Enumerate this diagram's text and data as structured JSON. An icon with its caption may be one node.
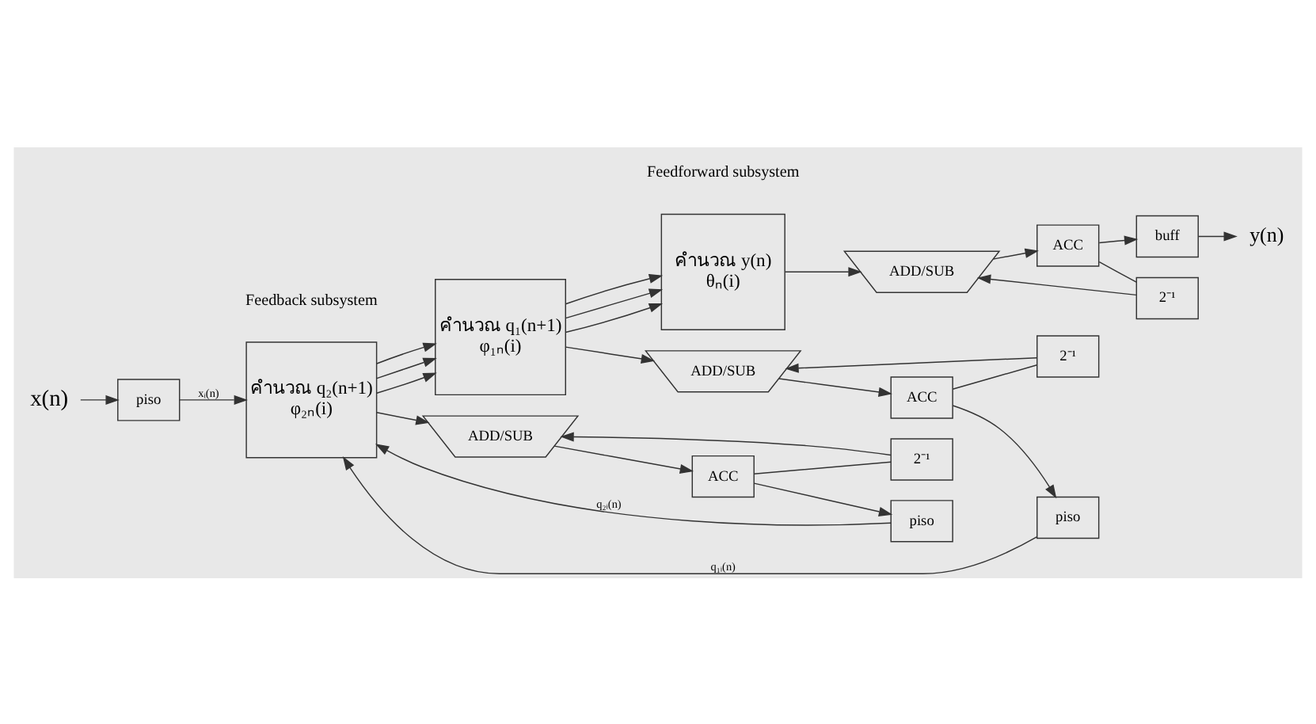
{
  "diagram": {
    "nodes": [
      {
        "text": [
          "x(n)"
        ]
      },
      {
        "text": [
          "piso"
        ]
      },
      {
        "text": [
          "คำนวณ q₂(n+1)",
          "φ₂ₙ(i)"
        ]
      },
      {
        "text": [
          "คำนวณ q₁(n+1)",
          "φ₁ₙ(i)"
        ]
      },
      {
        "text": [
          "คำนวณ y(n)",
          "θₙ(i)"
        ]
      },
      {
        "text": [
          "ADD/SUB"
        ]
      },
      {
        "text": [
          "2⁻¹"
        ]
      },
      {
        "text": [
          "ACC"
        ]
      },
      {
        "text": [
          "piso"
        ]
      },
      {
        "text": [
          "ADD/SUB"
        ]
      },
      {
        "text": [
          "2⁻¹"
        ]
      },
      {
        "text": [
          "ACC"
        ]
      },
      {
        "text": [
          "piso"
        ]
      },
      {
        "text": [
          "ADD/SUB"
        ]
      },
      {
        "text": [
          "2⁻¹"
        ]
      },
      {
        "text": [
          "ACC"
        ]
      },
      {
        "text": [
          "buff"
        ]
      },
      {
        "text": [
          "y(n)"
        ]
      }
    ],
    "edges": [
      {
        "from": 0,
        "to": 1,
        "arrow": "to"
      },
      {
        "from": 1,
        "to": 2,
        "arrow": "to",
        "label": "xᵢ(n)"
      },
      {
        "from": 12,
        "to": 2,
        "arrow": "to",
        "label": "q₁ᵢ(n)"
      },
      {
        "from": 8,
        "to": 2,
        "arrow": "to",
        "label": "q₂ᵢ(n)"
      },
      {
        "from": 2,
        "to": 3,
        "arrow": "to"
      },
      {
        "from": 2,
        "to": 3,
        "arrow": "to"
      },
      {
        "from": 2,
        "to": 3,
        "arrow": "to"
      },
      {
        "from": 3,
        "to": 4,
        "arrow": "to"
      },
      {
        "from": 3,
        "to": 4,
        "arrow": "to"
      },
      {
        "from": 3,
        "to": 4,
        "arrow": "to"
      },
      {
        "from": 2,
        "to": 5,
        "arrow": "to"
      },
      {
        "from": 5,
        "to": 7,
        "arrow": "to"
      },
      {
        "from": 7,
        "to": 6,
        "arrow": "none"
      },
      {
        "from": 6,
        "to": 5,
        "arrow": "to"
      },
      {
        "from": 7,
        "to": 8,
        "arrow": "to"
      },
      {
        "from": 3,
        "to": 9,
        "arrow": "to"
      },
      {
        "from": 9,
        "to": 11,
        "arrow": "to"
      },
      {
        "from": 11,
        "to": 10,
        "arrow": "none"
      },
      {
        "from": 10,
        "to": 9,
        "arrow": "to"
      },
      {
        "from": 11,
        "to": 12,
        "arrow": "to"
      },
      {
        "from": 4,
        "to": 13,
        "arrow": "to"
      },
      {
        "from": 13,
        "to": 15,
        "arrow": "to"
      },
      {
        "from": 15,
        "to": 14,
        "arrow": "none"
      },
      {
        "from": 14,
        "to": 13,
        "arrow": "to"
      },
      {
        "from": 15,
        "to": 16,
        "arrow": "to"
      },
      {
        "from": 16,
        "to": 17,
        "arrow": "to"
      }
    ],
    "labels": [
      "Feedback subsystem",
      "Feedforward subsystem"
    ]
  }
}
